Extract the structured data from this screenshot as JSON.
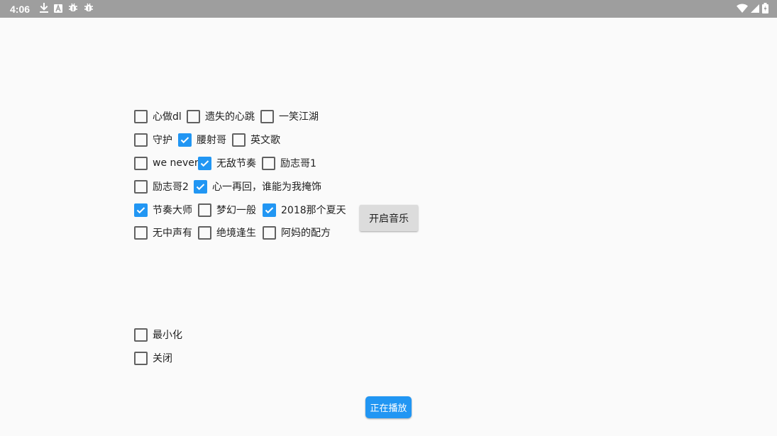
{
  "status_bar": {
    "time": "4:06",
    "icons": [
      "download-icon",
      "a-badge-icon",
      "bug-icon",
      "bug-icon"
    ],
    "right_icons": [
      "wifi-icon",
      "signal-icon",
      "battery-icon"
    ]
  },
  "songs": [
    {
      "label": "心做dl",
      "checked": false
    },
    {
      "label": "遗失的心跳",
      "checked": false
    },
    {
      "label": "一笑江湖",
      "checked": false
    },
    {
      "label": "守护",
      "checked": false
    },
    {
      "label": "腰射哥",
      "checked": true
    },
    {
      "label": "英文歌",
      "checked": false
    },
    {
      "label": "we never",
      "checked": false
    },
    {
      "label": "无敌节奏",
      "checked": true
    },
    {
      "label": "励志哥1",
      "checked": false
    },
    {
      "label": "励志哥2",
      "checked": false
    },
    {
      "label": "心一再回，谁能为我掩饰",
      "checked": true
    },
    {
      "label": "节奏大师",
      "checked": true
    },
    {
      "label": "梦幻一般",
      "checked": false
    },
    {
      "label": "2018那个夏天",
      "checked": true
    },
    {
      "label": "无中声有",
      "checked": false
    },
    {
      "label": "绝境逢生",
      "checked": false
    },
    {
      "label": "阿妈的配方",
      "checked": false
    }
  ],
  "options": [
    {
      "label": "最小化",
      "checked": false
    },
    {
      "label": "关闭",
      "checked": false
    }
  ],
  "open_music_label": "开启音乐",
  "playing_label": "正在播放",
  "colors": {
    "accent": "#2196f3",
    "status_bar": "#9e9e9e",
    "button_gray": "#dcdcdc"
  }
}
